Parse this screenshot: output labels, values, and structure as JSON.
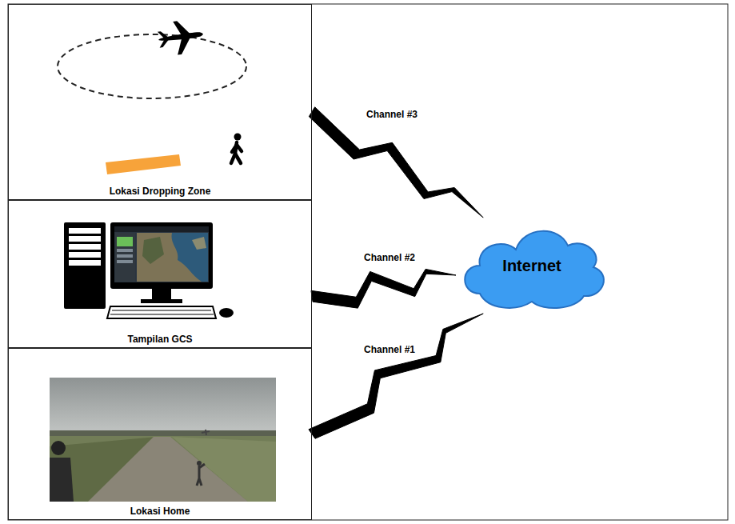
{
  "diagram": {
    "nodes": [
      {
        "text": [
          "Lokasi Dropping Zone"
        ]
      },
      {
        "text": [
          "Tampilan GCS"
        ]
      },
      {
        "text": [
          "Lokasi Home"
        ]
      },
      {
        "text": [
          "Internet"
        ]
      }
    ],
    "edges": [
      {
        "from": 0,
        "to": 3,
        "arrow": "none",
        "label": "Channel #3"
      },
      {
        "from": 1,
        "to": 3,
        "arrow": "none",
        "label": "Channel #2"
      },
      {
        "from": 2,
        "to": 3,
        "arrow": "none",
        "label": "Channel #1"
      }
    ]
  }
}
